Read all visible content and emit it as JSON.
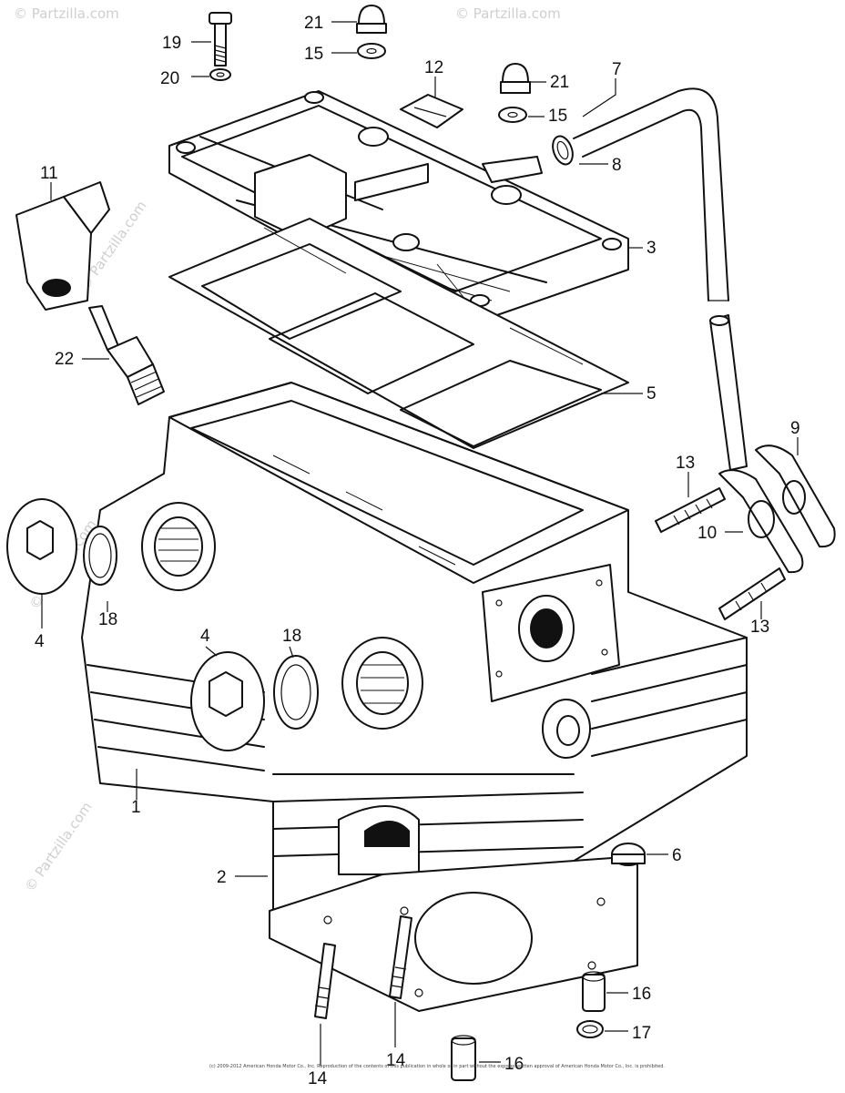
{
  "callouts": {
    "c1": "1",
    "c2": "2",
    "c3": "3",
    "c4a": "4",
    "c4b": "4",
    "c5": "5",
    "c6": "6",
    "c7": "7",
    "c8": "8",
    "c9": "9",
    "c10": "10",
    "c11": "11",
    "c12": "12",
    "c13a": "13",
    "c13b": "13",
    "c14a": "14",
    "c14b": "14",
    "c15a": "15",
    "c15b": "15",
    "c16a": "16",
    "c16b": "16",
    "c17": "17",
    "c18a": "18",
    "c18b": "18",
    "c19": "19",
    "c20": "20",
    "c21a": "21",
    "c21b": "21",
    "c22": "22"
  },
  "watermark": "© Partzilla.com",
  "copyright": "(c) 2009-2012 American Honda Motor Co., Inc. Reproduction of the contents of this publication in whole or in part without the express written approval of American Honda Motor Co., Inc. is prohibited."
}
